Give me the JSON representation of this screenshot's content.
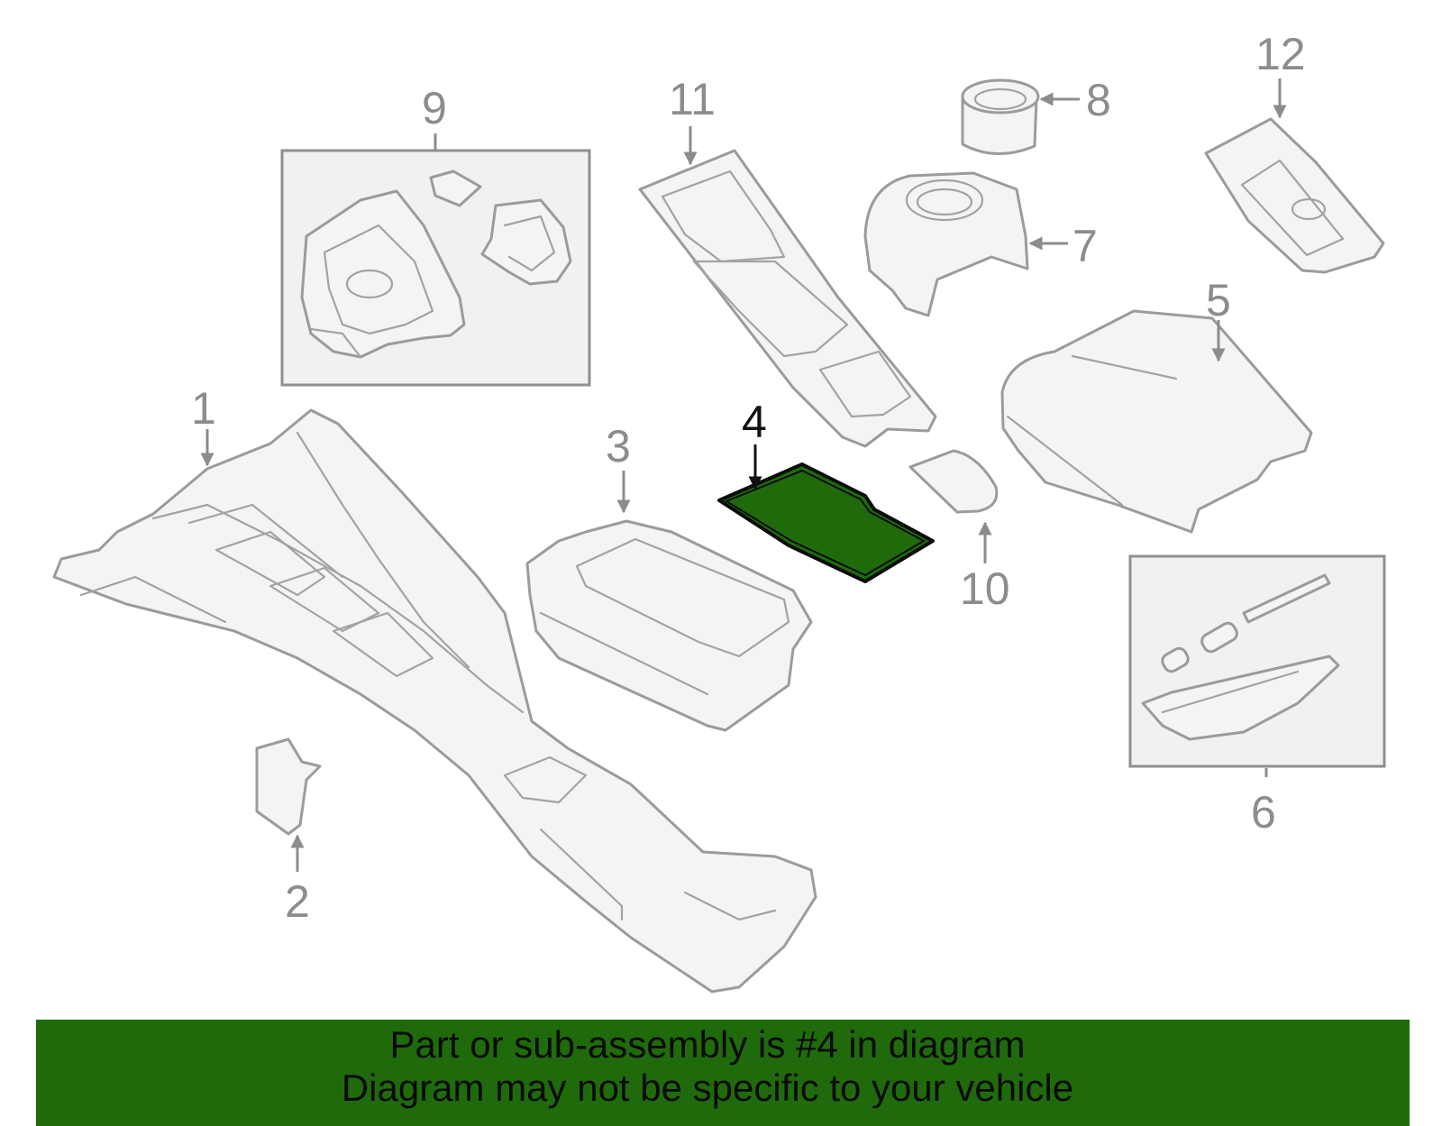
{
  "callouts": {
    "c1": "1",
    "c2": "2",
    "c3": "3",
    "c4": "4",
    "c5": "5",
    "c6": "6",
    "c7": "7",
    "c8": "8",
    "c9": "9",
    "c10": "10",
    "c11": "11",
    "c12": "12"
  },
  "highlight": {
    "part_number": "4",
    "color": "#1f6b0c"
  },
  "banner": {
    "line1": "Part or sub-assembly is #4 in diagram",
    "line2": "Diagram may not be specific to your vehicle",
    "color": "#1f6b0c"
  }
}
